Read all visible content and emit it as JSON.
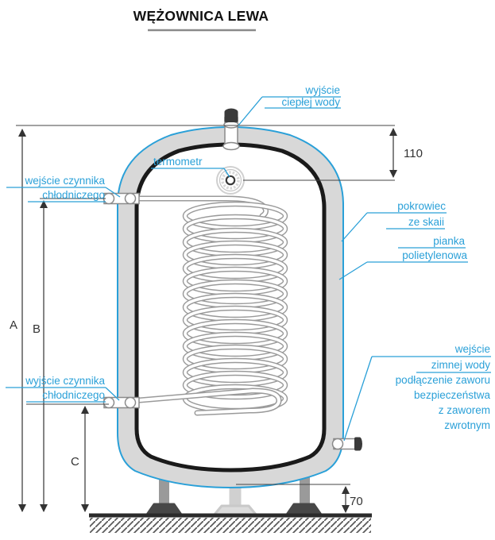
{
  "title": "WĘŻOWNICA LEWA",
  "colors": {
    "accent_blue": "#2aa0d8",
    "dimension_ink": "#333333",
    "insulation_gray": "#d8d8d8",
    "tank_outline": "#1a1a1a",
    "cap_dark": "#3a3a3a"
  },
  "labels": {
    "hot_water_outlet": {
      "line1": "wyjście",
      "line2": "ciepłej wody"
    },
    "thermometer": {
      "line1": "termometr"
    },
    "coolant_inlet": {
      "line1": "wejście czynnika",
      "line2": "chłodniczego"
    },
    "cover": {
      "line1": "pokrowiec",
      "line2": "ze skaii"
    },
    "foam": {
      "line1": "pianka",
      "line2": "polietylenowa"
    },
    "cold_water_inlet": {
      "line1": "wejście",
      "line2": "zimnej wody",
      "line3": "podłączenie zaworu",
      "line4": "bezpieczeństwa",
      "line5": "z zaworem",
      "line6": "zwrotnym"
    },
    "coolant_outlet": {
      "line1": "wyjście czynnika",
      "line2": "chłodniczego"
    }
  },
  "dimensions": {
    "top_to_thermometer": "110",
    "leg_height": "70",
    "letter_a": "A",
    "letter_b": "B",
    "letter_c": "C"
  }
}
